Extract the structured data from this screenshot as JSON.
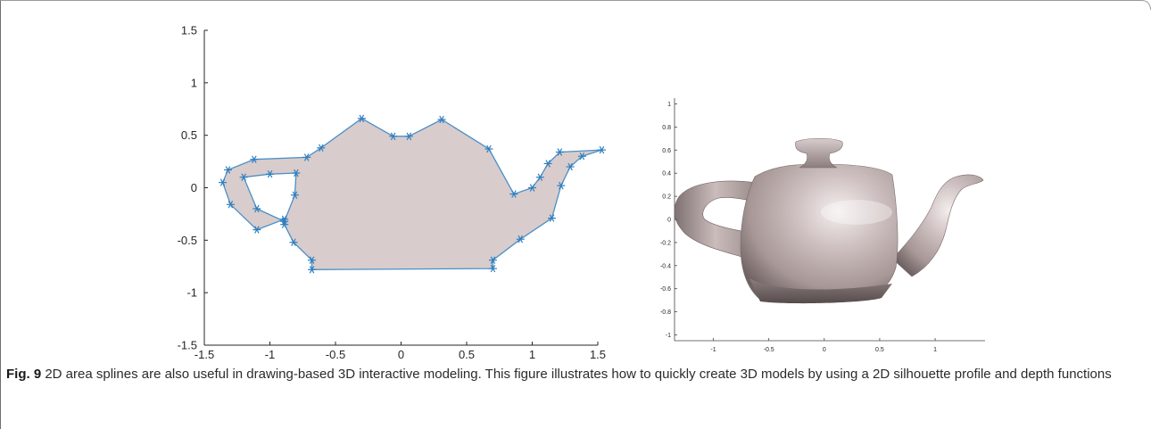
{
  "figure": {
    "caption_label": "Fig. 9",
    "caption_text": "2D area splines are also useful in drawing-based 3D interactive modeling. This figure illustrates how to quickly create 3D models by using a 2D silhouette profile and depth functions"
  },
  "chart_data": [
    {
      "type": "line",
      "title": "",
      "xlabel": "",
      "ylabel": "",
      "xlim": [
        -1.5,
        1.5
      ],
      "ylim": [
        -1.5,
        1.5
      ],
      "x_ticks": [
        "-1.5",
        "-1",
        "-0.5",
        "0",
        "0.5",
        "1",
        "1.5"
      ],
      "y_ticks": [
        "1.5",
        "1",
        "0.5",
        "0",
        "-0.5",
        "-1",
        "-1.5"
      ],
      "grid": false,
      "fill_color": "#d9cccc",
      "line_color": "#4a90c8",
      "series": [
        {
          "points": [
            [
              -0.3,
              0.66
            ],
            [
              -0.06,
              0.49
            ],
            [
              0.06,
              0.49
            ],
            [
              0.31,
              0.65
            ],
            [
              0.67,
              0.37
            ],
            [
              0.86,
              -0.06
            ],
            [
              1.0,
              0.0
            ],
            [
              1.06,
              0.1
            ],
            [
              1.12,
              0.23
            ],
            [
              1.21,
              0.34
            ],
            [
              1.53,
              0.36
            ],
            [
              1.38,
              0.3
            ],
            [
              1.29,
              0.2
            ],
            [
              1.22,
              0.02
            ],
            [
              1.15,
              -0.29
            ],
            [
              0.91,
              -0.49
            ],
            [
              0.7,
              -0.69
            ],
            [
              0.7,
              -0.77
            ],
            [
              -0.68,
              -0.78
            ],
            [
              -0.68,
              -0.69
            ],
            [
              -0.82,
              -0.52
            ],
            [
              -0.89,
              -0.35
            ],
            [
              -0.89,
              -0.3
            ],
            [
              -1.1,
              -0.4
            ],
            [
              -1.3,
              -0.16
            ],
            [
              -1.36,
              0.05
            ],
            [
              -1.32,
              0.17
            ],
            [
              -1.12,
              0.27
            ],
            [
              -0.72,
              0.29
            ],
            [
              -0.61,
              0.38
            ]
          ]
        },
        {
          "points": [
            [
              -1.2,
              0.1
            ],
            [
              -1.0,
              0.13
            ],
            [
              -0.8,
              0.14
            ],
            [
              -0.81,
              -0.07
            ],
            [
              -0.89,
              -0.32
            ],
            [
              -1.1,
              -0.2
            ],
            [
              -1.2,
              0.1
            ]
          ]
        }
      ]
    },
    {
      "type": "image",
      "title": "",
      "xlim": [
        -1.35,
        1.45
      ],
      "ylim": [
        -1.05,
        1.05
      ],
      "x_ticks": [
        "-1",
        "-0.5",
        "0",
        "0.5",
        "1"
      ],
      "y_ticks": [
        "1",
        "0.8",
        "0.6",
        "0.4",
        "0.2",
        "0",
        "-0.2",
        "-0.4",
        "-0.6",
        "-0.8",
        "-1"
      ]
    }
  ]
}
